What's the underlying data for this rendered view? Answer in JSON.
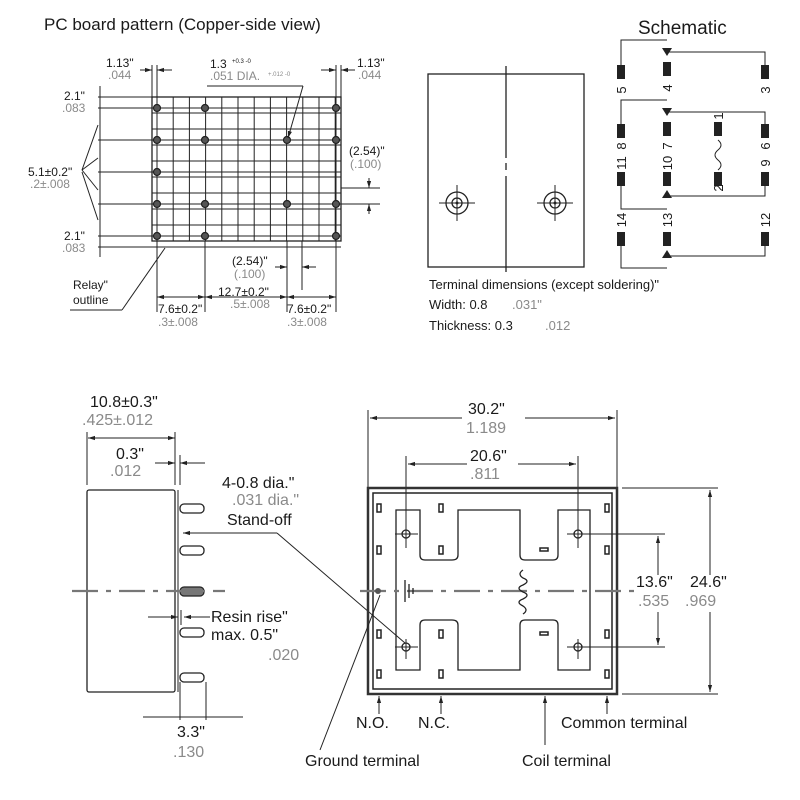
{
  "pcb_pattern": {
    "title": "PC board pattern (Copper-side view)",
    "dim_edge_left": {
      "mm": "1.13\"",
      "inch": ".044"
    },
    "dim_edge_right": {
      "mm": "1.13\"",
      "inch": ".044"
    },
    "dim_hole": {
      "mm": "1.3",
      "mm_tol": "+0.3 -0",
      "inch": ".051 DIA.",
      "inch_tol": "+.012 -0"
    },
    "dim_top_row": {
      "mm": "2.1\"",
      "inch": ".083"
    },
    "dim_bottom_row": {
      "mm": "2.1\"",
      "inch": ".083"
    },
    "dim_mid_rows": {
      "mm": "5.1±0.2\"",
      "inch": ".2±.008"
    },
    "dim_pitch_right": {
      "mm": "(2.54)\"",
      "inch": "(.100)"
    },
    "dim_pitch_bottom": {
      "mm": "(2.54)\"",
      "inch": "(.100)"
    },
    "dim_left_span": {
      "mm": "7.6±0.2\"",
      "inch": ".3±.008"
    },
    "dim_center_span": {
      "mm": "12.7±0.2\"",
      "inch": ".5±.008"
    },
    "dim_right_span": {
      "mm": "7.6±0.2\"",
      "inch": ".3±.008"
    },
    "relay_outline_label_1": "Relay\"",
    "relay_outline_label_2": "outline"
  },
  "terminal_dims": {
    "heading": "Terminal dimensions (except soldering)\"",
    "width_label": "Width: 0.8",
    "width_inch": ".031\"",
    "thickness_label": "Thickness: 0.3",
    "thickness_inch": ".012"
  },
  "schematic": {
    "title": "Schematic",
    "pins": [
      "5",
      "4",
      "3",
      "11",
      "8",
      "10",
      "7",
      "1",
      "6",
      "9",
      "2",
      "14",
      "13",
      "12"
    ]
  },
  "side_view": {
    "dim_depth": {
      "mm": "10.8±0.3\"",
      "inch": ".425±.012"
    },
    "dim_standoff_gap": {
      "mm": "0.3\"",
      "inch": ".012"
    },
    "dim_pin_dia": {
      "mm": "4-0.8 dia.\"",
      "inch": ".031 dia.\""
    },
    "standoff_label": "Stand-off",
    "resin_label_1": "Resin rise\"",
    "resin_label_2": "max. 0.5\"",
    "resin_inch": ".020",
    "dim_pin_length": {
      "mm": "3.3\"",
      "inch": ".130"
    }
  },
  "top_view": {
    "dim_width": {
      "mm": "30.2\"",
      "inch": "1.189"
    },
    "dim_pin_span": {
      "mm": "20.6\"",
      "inch": ".811"
    },
    "dim_pin_rows": {
      "mm": "13.6\"",
      "inch": ".535"
    },
    "dim_height": {
      "mm": "24.6\"",
      "inch": ".969"
    },
    "labels": {
      "no": "N.O.",
      "nc": "N.C.",
      "common": "Common terminal",
      "ground": "Ground terminal",
      "coil": "Coil terminal"
    }
  },
  "colors": {
    "line": "#222222",
    "inch_text": "#8a8a8a",
    "centerline": "#777777"
  }
}
